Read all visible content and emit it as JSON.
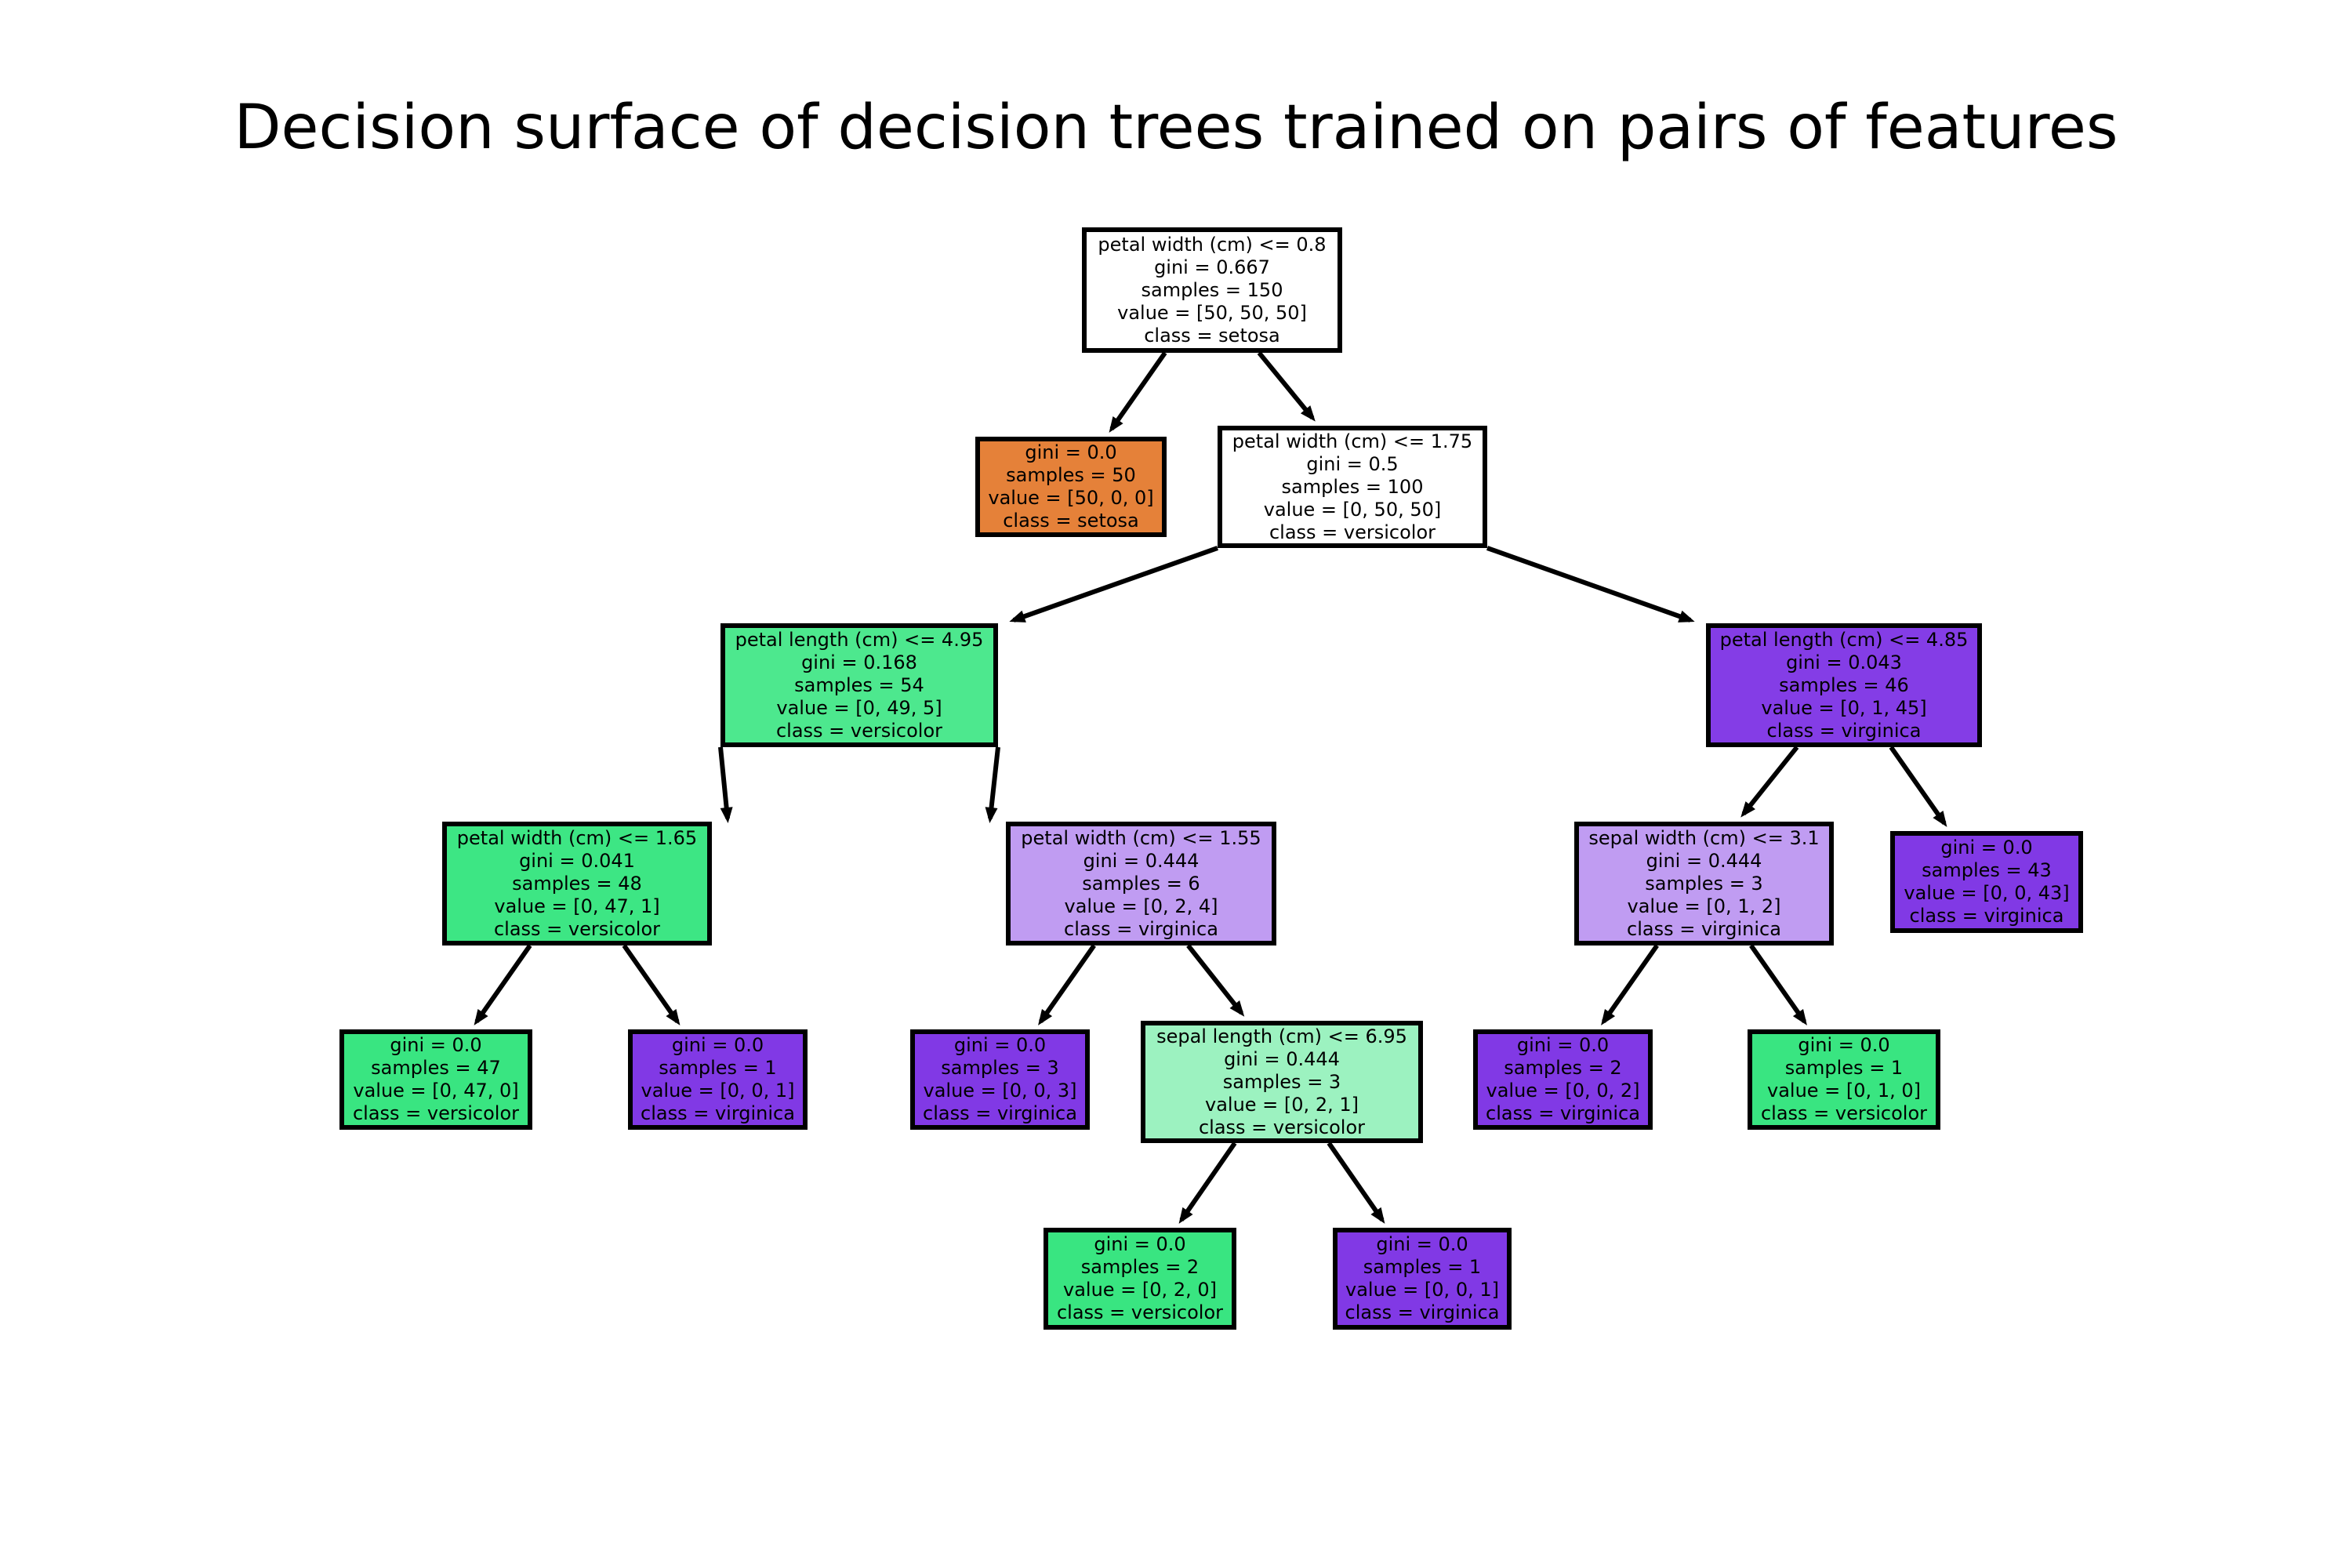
{
  "title": "Decision surface of decision trees trained on pairs of features",
  "colors": {
    "background": "#ffffff",
    "border": "#000000",
    "setosa": "#e58139",
    "versicolor": "#39e581",
    "virginica": "#8139e5"
  },
  "nodes": [
    {
      "id": 0,
      "lines": [
        "petal width (cm) <= 0.8",
        "gini = 0.667",
        "samples = 150",
        "value = [50, 50, 50]",
        "class = setosa"
      ],
      "fill": "#ffffff"
    },
    {
      "id": 1,
      "lines": [
        "gini = 0.0",
        "samples = 50",
        "value = [50, 0, 0]",
        "class = setosa"
      ],
      "fill": "#e58139"
    },
    {
      "id": 2,
      "lines": [
        "petal width (cm) <= 1.75",
        "gini = 0.5",
        "samples = 100",
        "value = [0, 50, 50]",
        "class = versicolor"
      ],
      "fill": "#ffffff"
    },
    {
      "id": 3,
      "lines": [
        "petal length (cm) <= 4.95",
        "gini = 0.168",
        "samples = 54",
        "value = [0, 49, 5]",
        "class = versicolor"
      ],
      "fill": "#4de88e"
    },
    {
      "id": 4,
      "lines": [
        "petal width (cm) <= 1.65",
        "gini = 0.041",
        "samples = 48",
        "value = [0, 47, 1]",
        "class = versicolor"
      ],
      "fill": "#3de684"
    },
    {
      "id": 5,
      "lines": [
        "gini = 0.0",
        "samples = 47",
        "value = [0, 47, 0]",
        "class = versicolor"
      ],
      "fill": "#39e581"
    },
    {
      "id": 6,
      "lines": [
        "gini = 0.0",
        "samples = 1",
        "value = [0, 0, 1]",
        "class = virginica"
      ],
      "fill": "#8139e5"
    },
    {
      "id": 7,
      "lines": [
        "petal width (cm) <= 1.55",
        "gini = 0.444",
        "samples = 6",
        "value = [0, 2, 4]",
        "class = virginica"
      ],
      "fill": "#c09cf2"
    },
    {
      "id": 8,
      "lines": [
        "gini = 0.0",
        "samples = 3",
        "value = [0, 0, 3]",
        "class = virginica"
      ],
      "fill": "#8139e5"
    },
    {
      "id": 9,
      "lines": [
        "sepal length (cm) <= 6.95",
        "gini = 0.444",
        "samples = 3",
        "value = [0, 2, 1]",
        "class = versicolor"
      ],
      "fill": "#9cf2c0"
    },
    {
      "id": 10,
      "lines": [
        "gini = 0.0",
        "samples = 2",
        "value = [0, 2, 0]",
        "class = versicolor"
      ],
      "fill": "#39e581"
    },
    {
      "id": 11,
      "lines": [
        "gini = 0.0",
        "samples = 1",
        "value = [0, 0, 1]",
        "class = virginica"
      ],
      "fill": "#8139e5"
    },
    {
      "id": 12,
      "lines": [
        "petal length (cm) <= 4.85",
        "gini = 0.043",
        "samples = 46",
        "value = [0, 1, 45]",
        "class = virginica"
      ],
      "fill": "#843de6"
    },
    {
      "id": 13,
      "lines": [
        "sepal width (cm) <= 3.1",
        "gini = 0.444",
        "samples = 3",
        "value = [0, 1, 2]",
        "class = virginica"
      ],
      "fill": "#c09cf2"
    },
    {
      "id": 14,
      "lines": [
        "gini = 0.0",
        "samples = 2",
        "value = [0, 0, 2]",
        "class = virginica"
      ],
      "fill": "#8139e5"
    },
    {
      "id": 15,
      "lines": [
        "gini = 0.0",
        "samples = 1",
        "value = [0, 1, 0]",
        "class = versicolor"
      ],
      "fill": "#39e581"
    },
    {
      "id": 16,
      "lines": [
        "gini = 0.0",
        "samples = 43",
        "value = [0, 0, 43]",
        "class = virginica"
      ],
      "fill": "#8139e5"
    }
  ],
  "edges": [
    [
      0,
      1
    ],
    [
      0,
      2
    ],
    [
      2,
      3
    ],
    [
      2,
      12
    ],
    [
      3,
      4
    ],
    [
      3,
      7
    ],
    [
      4,
      5
    ],
    [
      4,
      6
    ],
    [
      7,
      8
    ],
    [
      7,
      9
    ],
    [
      9,
      10
    ],
    [
      9,
      11
    ],
    [
      12,
      13
    ],
    [
      12,
      16
    ],
    [
      13,
      14
    ],
    [
      13,
      15
    ]
  ]
}
